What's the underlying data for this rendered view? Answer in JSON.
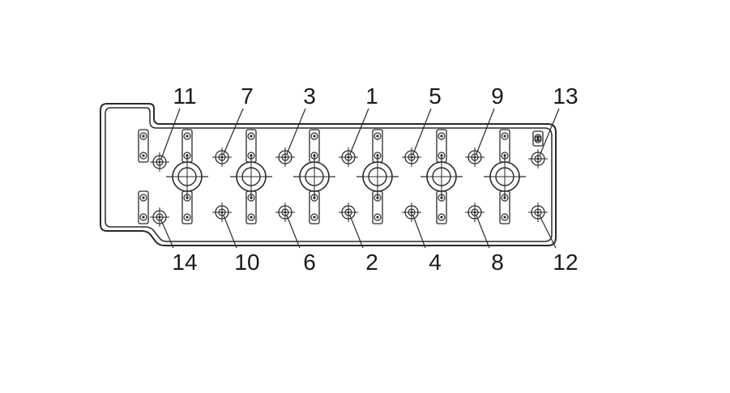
{
  "diagram": {
    "colors": {
      "line": "#2a2a2a",
      "text": "#1a1a1a",
      "background": "#ffffff"
    },
    "top_labels": [
      "11",
      "7",
      "3",
      "1",
      "5",
      "9",
      "13"
    ],
    "bottom_labels": [
      "14",
      "10",
      "6",
      "2",
      "4",
      "8",
      "12"
    ]
  }
}
